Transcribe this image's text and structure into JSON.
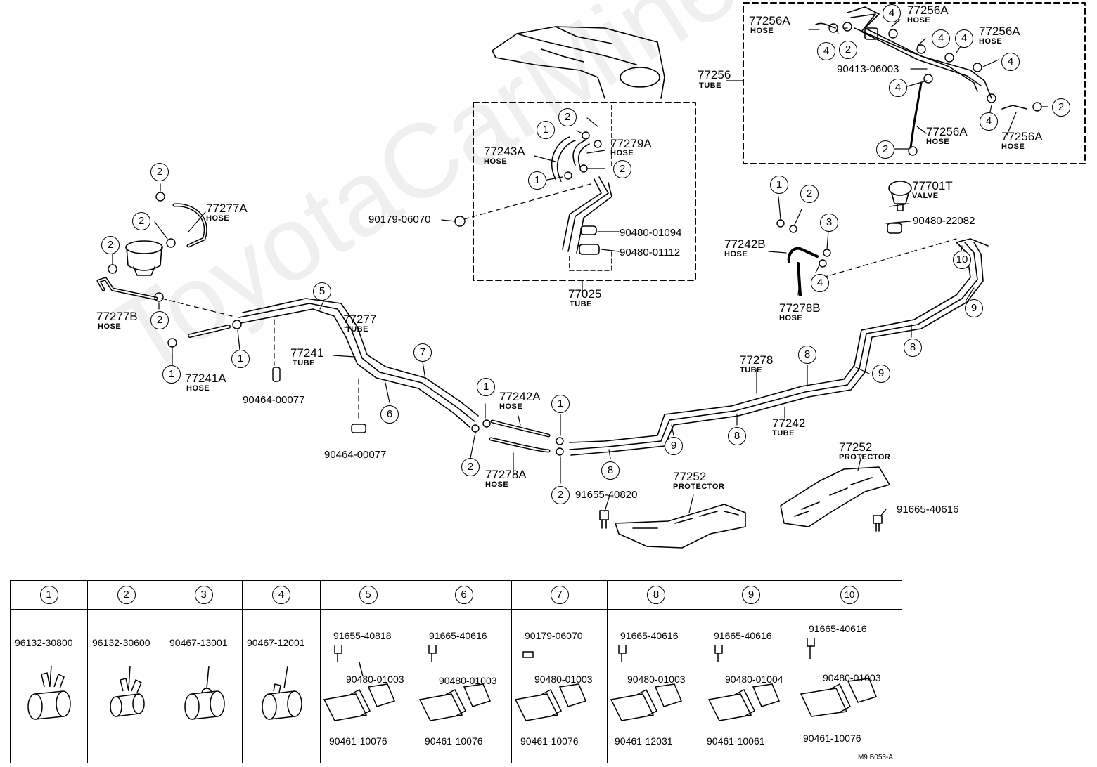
{
  "callouts": {
    "c77277A": {
      "part": "77277A",
      "type": "HOSE"
    },
    "c77277B": {
      "part": "77277B",
      "type": "HOSE"
    },
    "c77241A": {
      "part": "77241A",
      "type": "HOSE"
    },
    "c77277": {
      "part": "77277",
      "type": "TUBE"
    },
    "c77241": {
      "part": "77241",
      "type": "TUBE"
    },
    "c77243A": {
      "part": "77243A",
      "type": "HOSE"
    },
    "c77279A": {
      "part": "77279A",
      "type": "HOSE"
    },
    "c77025": {
      "part": "77025",
      "type": "TUBE"
    },
    "c77242A": {
      "part": "77242A",
      "type": "HOSE"
    },
    "c77278A": {
      "part": "77278A",
      "type": "HOSE"
    },
    "c77278": {
      "part": "77278",
      "type": "TUBE"
    },
    "c77242": {
      "part": "77242",
      "type": "TUBE"
    },
    "c77242B": {
      "part": "77242B",
      "type": "HOSE"
    },
    "c77278B": {
      "part": "77278B",
      "type": "HOSE"
    },
    "c77701T": {
      "part": "77701T",
      "type": "VALVE"
    },
    "c77256": {
      "part": "77256",
      "type": "TUBE"
    },
    "c77256A_1": {
      "part": "77256A",
      "type": "HOSE"
    },
    "c77256A_2": {
      "part": "77256A",
      "type": "HOSE"
    },
    "c77256A_3": {
      "part": "77256A",
      "type": "HOSE"
    },
    "c77256A_4": {
      "part": "77256A",
      "type": "HOSE"
    },
    "c77256A_5": {
      "part": "77256A",
      "type": "HOSE"
    },
    "c77252a": {
      "part": "77252",
      "type": "PROTECTOR"
    },
    "c77252b": {
      "part": "77252",
      "type": "PROTECTOR"
    }
  },
  "parts": {
    "p90179_06070": "90179-06070",
    "p90480_01094": "90480-01094",
    "p90480_01112": "90480-01112",
    "p90480_22082": "90480-22082",
    "p90413_06003": "90413-06003",
    "p90464_00077a": "90464-00077",
    "p90464_00077b": "90464-00077",
    "p91655_40820": "91655-40820",
    "p91665_40616": "91665-40616"
  },
  "table": [
    {
      "num": "1",
      "parts": [
        "96132-30800"
      ]
    },
    {
      "num": "2",
      "parts": [
        "96132-30600"
      ]
    },
    {
      "num": "3",
      "parts": [
        "90467-13001"
      ]
    },
    {
      "num": "4",
      "parts": [
        "90467-12001"
      ]
    },
    {
      "num": "5",
      "parts": [
        "91655-40818",
        "90480-01003",
        "90461-10076"
      ]
    },
    {
      "num": "6",
      "parts": [
        "91665-40616",
        "90480-01003",
        "90461-10076"
      ]
    },
    {
      "num": "7",
      "parts": [
        "90179-06070",
        "90480-01003",
        "90461-10076"
      ]
    },
    {
      "num": "8",
      "parts": [
        "91665-40616",
        "90480-01003",
        "90461-12031"
      ]
    },
    {
      "num": "9",
      "parts": [
        "91665-40616",
        "90480-01004",
        "90461-10061"
      ]
    },
    {
      "num": "10",
      "parts": [
        "91665-40616",
        "90480-01003",
        "90461-10076"
      ]
    }
  ],
  "drawing_code": "M9  B053-A",
  "watermark": "ToyotaCarMine.ru"
}
